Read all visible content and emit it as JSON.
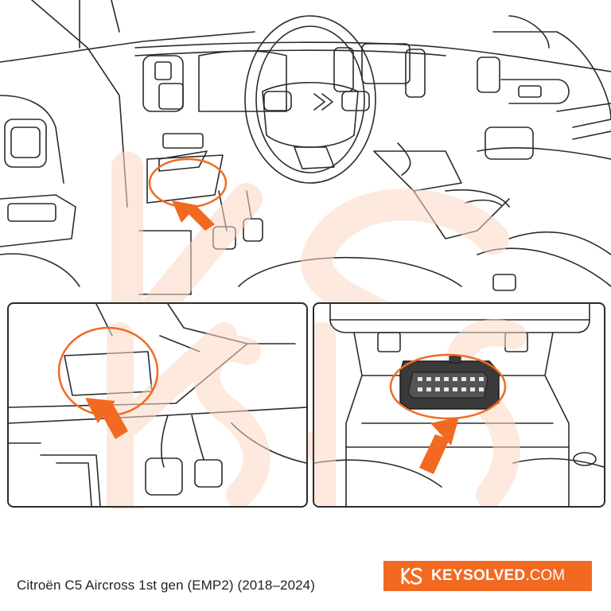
{
  "caption": "Citroën C5 Aircross 1st gen (EMP2) (2018–2024)",
  "brand": {
    "name": "KEYSOLVED",
    "suffix": ".COM"
  },
  "colors": {
    "accent": "#f26a21",
    "line": "#2b2b2b",
    "watermark": "#fbd7c2"
  },
  "icons": [
    "ks-logo-icon",
    "location-arrow-icon",
    "highlight-circle-icon",
    "obd-port-icon"
  ]
}
